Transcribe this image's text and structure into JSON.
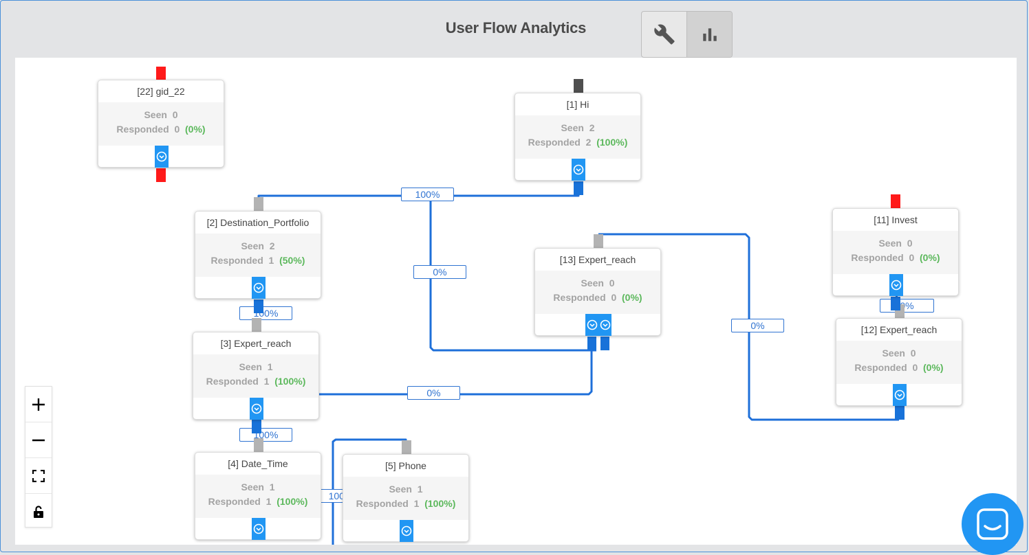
{
  "header": {
    "title": "User Flow Analytics",
    "toolbar": {
      "settings_icon": "wrench-icon",
      "analytics_icon": "bar-chart-icon"
    }
  },
  "flow": {
    "seen_label": "Seen",
    "responded_label": "Responded",
    "nodes": [
      {
        "id": "22",
        "title": "[22] gid_22",
        "seen": "0",
        "responded": "0",
        "rate": "(0%)"
      },
      {
        "id": "1",
        "title": "[1] Hi",
        "seen": "2",
        "responded": "2",
        "rate": "(100%)"
      },
      {
        "id": "2",
        "title": "[2] Destination_Portfolio",
        "seen": "2",
        "responded": "1",
        "rate": "(50%)"
      },
      {
        "id": "13",
        "title": "[13] Expert_reach",
        "seen": "0",
        "responded": "0",
        "rate": "(0%)"
      },
      {
        "id": "11",
        "title": "[11] Invest",
        "seen": "0",
        "responded": "0",
        "rate": "(0%)"
      },
      {
        "id": "3",
        "title": "[3] Expert_reach",
        "seen": "1",
        "responded": "1",
        "rate": "(100%)"
      },
      {
        "id": "12",
        "title": "[12] Expert_reach",
        "seen": "0",
        "responded": "0",
        "rate": "(0%)"
      },
      {
        "id": "4",
        "title": "[4] Date_Time",
        "seen": "1",
        "responded": "1",
        "rate": "(100%)"
      },
      {
        "id": "5",
        "title": "[5] Phone",
        "seen": "1",
        "responded": "1",
        "rate": "(100%)"
      }
    ],
    "edges": [
      {
        "id": "1-2",
        "label": "100%"
      },
      {
        "id": "1-13",
        "label": "0%"
      },
      {
        "id": "2-3",
        "label": "100%"
      },
      {
        "id": "13-12",
        "label": "0%"
      },
      {
        "id": "11-12",
        "label": "0%"
      },
      {
        "id": "3-13",
        "label": "0%"
      },
      {
        "id": "3-4",
        "label": "100%"
      },
      {
        "id": "4-5",
        "label": "100%"
      }
    ]
  },
  "zoom_controls": {
    "zoom_in": "plus-icon",
    "zoom_out": "minus-icon",
    "fit": "fullscreen-icon",
    "lock": "unlock-icon"
  },
  "chat": {
    "launcher_icon": "chat-icon"
  },
  "colors": {
    "accent_blue": "#2196f3",
    "edge_blue": "#1e6fd9",
    "success_green": "#5cb85c",
    "alert_red": "#ff1a1a",
    "muted_gray": "#a3a3a3"
  }
}
